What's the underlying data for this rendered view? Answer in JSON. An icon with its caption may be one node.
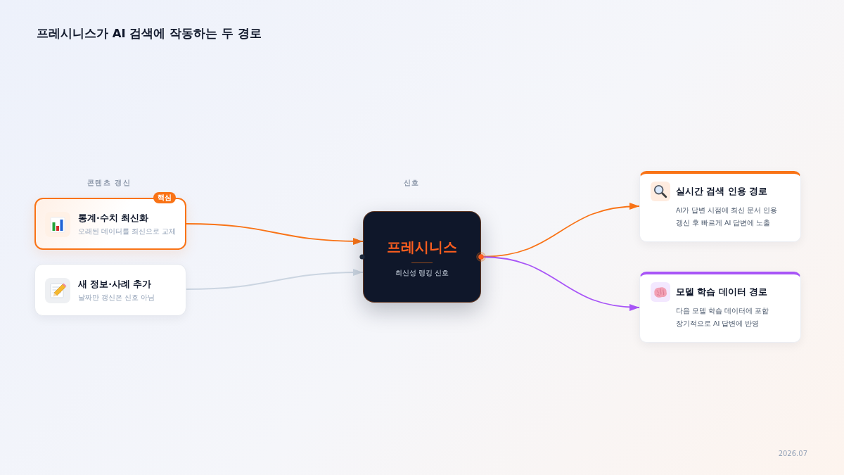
{
  "diagram": {
    "title": "프레시니스가 AI 검색에 작동하는 두 경로",
    "nodes": [
      {
        "text": [
          "핵심",
          "통계·수치 최신화",
          "오래된 데이터를 최신으로 교체"
        ]
      },
      {
        "text": [
          "새 정보·사례 추가",
          "날짜만 갱신은 신호 아님"
        ]
      },
      {
        "text": [
          "프레시니스",
          "최신성 랭킹 신호"
        ]
      },
      {
        "text": [
          "실시간 검색 인용 경로",
          "AI가 답변 시점에 최신 문서 인용",
          "갱신 후 빠르게 AI 답변에 노출"
        ]
      },
      {
        "text": [
          "모델 학습 데이터 경로",
          "다음 모델 학습 데이터에 포함",
          "장기적으로 AI 답변에 반영"
        ]
      }
    ],
    "edges": [
      {
        "from": 0,
        "to": 2,
        "arrow": "to"
      },
      {
        "from": 1,
        "to": 2,
        "arrow": "to",
        "color": "#cbd5e1"
      },
      {
        "from": 2,
        "to": 3,
        "arrow": "to"
      },
      {
        "from": 2,
        "to": 4,
        "arrow": "to",
        "color": "#a855f7"
      }
    ],
    "labels": [
      "콘텐츠 갱신",
      "신호",
      "2026.07"
    ]
  }
}
